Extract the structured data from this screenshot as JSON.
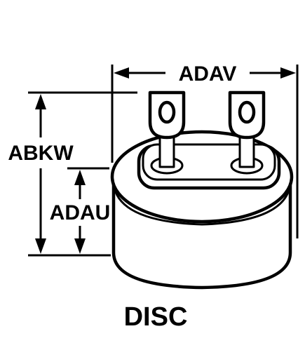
{
  "diagram": {
    "labels": {
      "width_dim": "ADAV",
      "overall_height_dim": "ABKW",
      "body_height_dim": "ADAU"
    },
    "caption": "DISC",
    "colors": {
      "ink": "#000000",
      "paper": "#ffffff"
    }
  }
}
